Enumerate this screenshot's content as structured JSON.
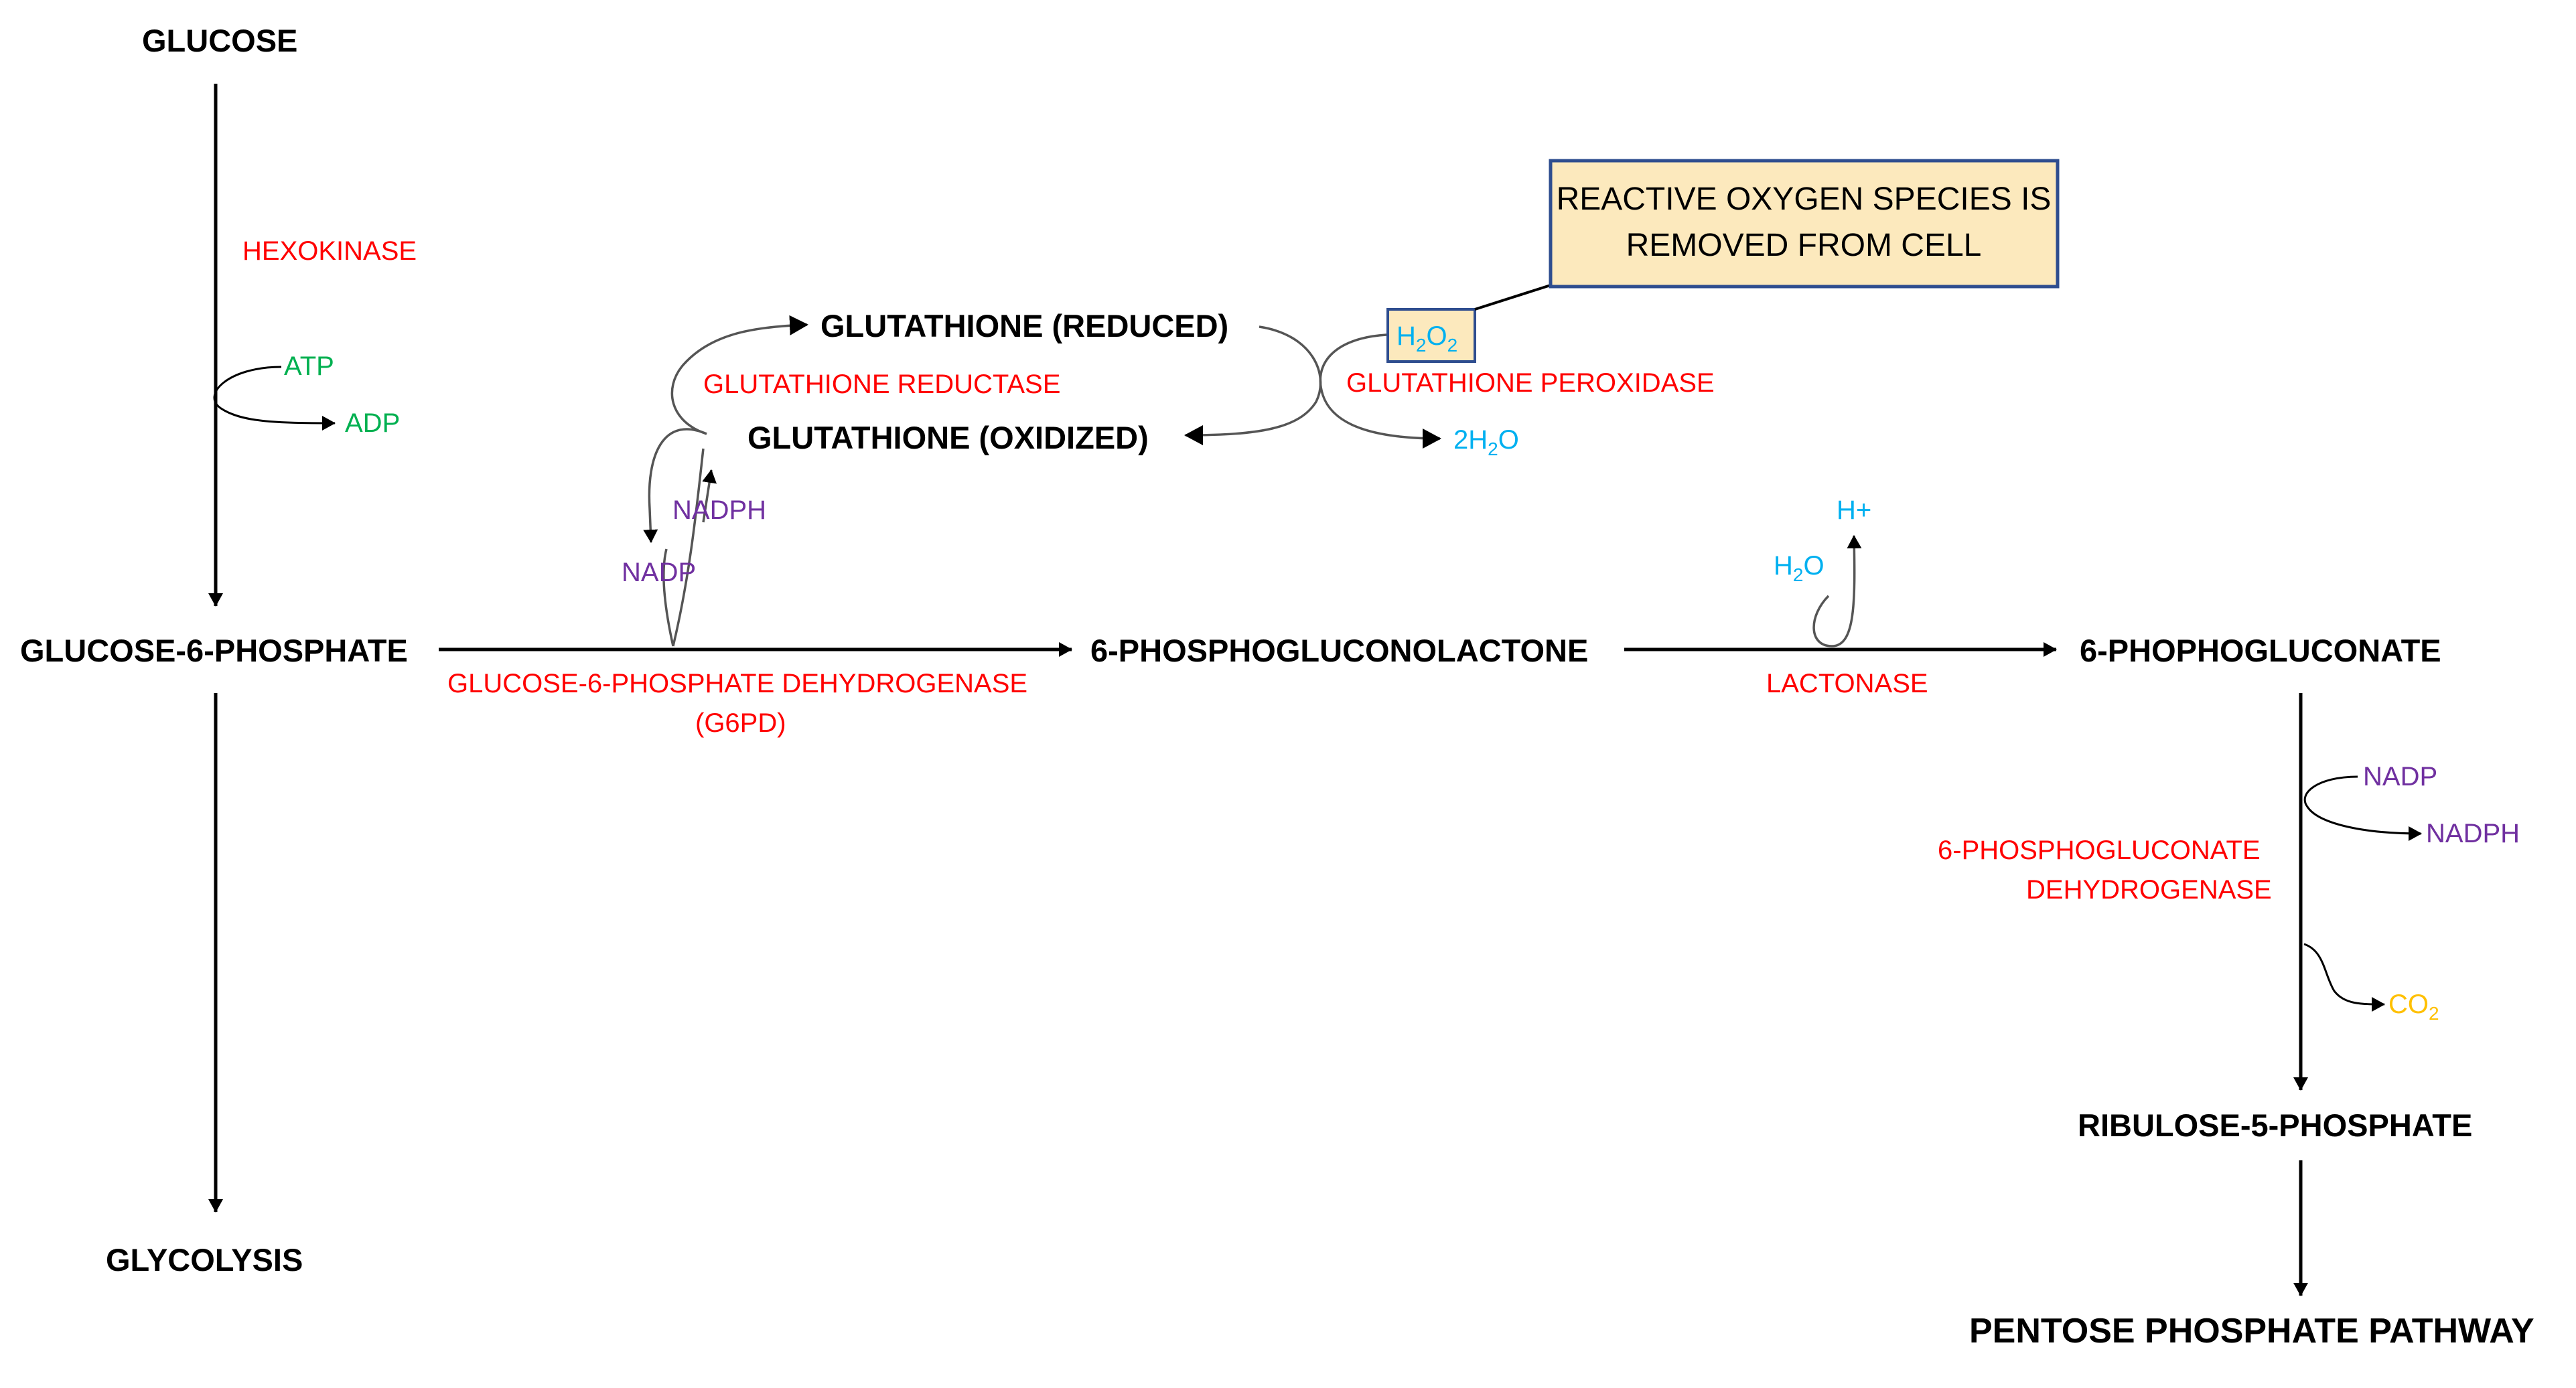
{
  "metabolites": {
    "glucose": "GLUCOSE",
    "g6p": "GLUCOSE-6-PHOSPHATE",
    "glycolysis": "GLYCOLYSIS",
    "pgl": "6-PHOSPHOGLUCONOLACTONE",
    "pg": "6-PHOPHOGLUCONATE",
    "ru5p": "RIBULOSE-5-PHOSPHATE",
    "ppp": "PENTOSE PHOSPHATE PATHWAY",
    "gsh_reduced": "GLUTATHIONE (REDUCED)",
    "gssg_oxidized": "GLUTATHIONE (OXIDIZED)"
  },
  "enzymes": {
    "hexokinase": "HEXOKINASE",
    "g6pd_line1": "GLUCOSE-6-PHOSPHATE DEHYDROGENASE",
    "g6pd_line2": "(G6PD)",
    "lactonase": "LACTONASE",
    "pgd_line1": "6-PHOSPHOGLUCONATE",
    "pgd_line2": "DEHYDROGENASE",
    "gr": "GLUTATHIONE REDUCTASE",
    "gpx": "GLUTATHIONE PEROXIDASE"
  },
  "cofactors": {
    "atp": "ATP",
    "adp": "ADP",
    "nadph_g6pd": "NADPH",
    "nadp_g6pd": "NADP",
    "h2o_lact_main": "H",
    "h2o_lact_sub": "2",
    "h2o_lact_end": "O",
    "h_plus": "H+",
    "nadp_pgd": "NADP",
    "nadph_pgd": "NADPH",
    "co2_main": "CO",
    "co2_sub": "2",
    "h2o2_a": "H",
    "h2o2_sub1": "2",
    "h2o2_b": "O",
    "h2o2_sub2": "2",
    "water_a": "2H",
    "water_sub": "2",
    "water_b": "O"
  },
  "callout": {
    "line1": "REACTIVE OXYGEN SPECIES IS",
    "line2": "REMOVED FROM CELL"
  },
  "colors": {
    "enzyme": "#ff0000",
    "energy_cofactor": "#00b050",
    "redox_cofactor": "#7030a0",
    "water_species": "#00b0f0",
    "co2": "#ffc000",
    "callout_fill": "#fce9bd",
    "callout_border": "#2e4d8f"
  }
}
